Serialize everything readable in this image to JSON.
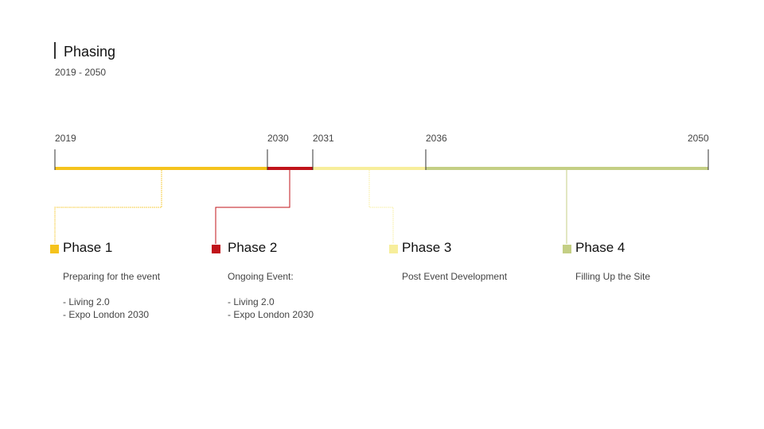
{
  "header": {
    "title": "Phasing",
    "subtitle": "2019 - 2050"
  },
  "years": [
    "2019",
    "2030",
    "2031",
    "2036",
    "2050"
  ],
  "phases": [
    {
      "name": "Phase 1",
      "color": "#f5c31c",
      "description": "Preparing for the event",
      "items": [
        "- Living 2.0",
        "- Expo London 2030"
      ]
    },
    {
      "name": "Phase 2",
      "color": "#c0131a",
      "description": "Ongoing Event:",
      "items": [
        "- Living 2.0",
        "- Expo London 2030"
      ]
    },
    {
      "name": "Phase 3",
      "color": "#f7ee9b",
      "description": "Post Event Development",
      "items": []
    },
    {
      "name": "Phase 4",
      "color": "#c4cf84",
      "description": "Filling Up the Site",
      "items": []
    }
  ]
}
